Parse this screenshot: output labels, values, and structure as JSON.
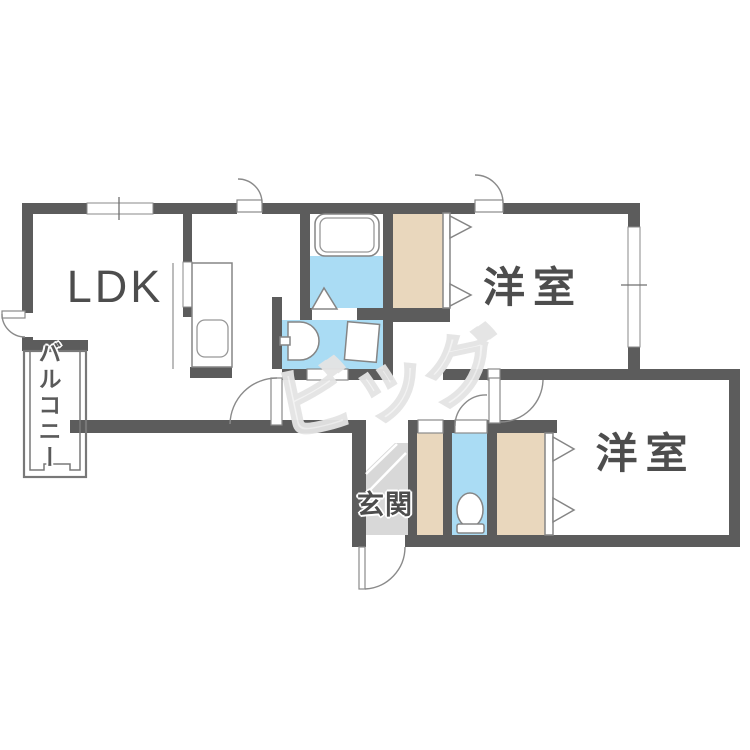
{
  "labels": {
    "ldk": "LDK",
    "bedroom_top": "洋室",
    "bedroom_bottom": "洋室",
    "entrance": "玄関",
    "balcony": "バルコニー"
  },
  "watermark": "ビッグ",
  "colors": {
    "wall": "#5c5c5c",
    "water": "#aadcf4",
    "closet": "#e9d7bd",
    "entrance_floor": "#d8d8d8",
    "line": "#8a8a8a",
    "label": "#4d4d4d",
    "watermark": "#e4e4e4"
  }
}
